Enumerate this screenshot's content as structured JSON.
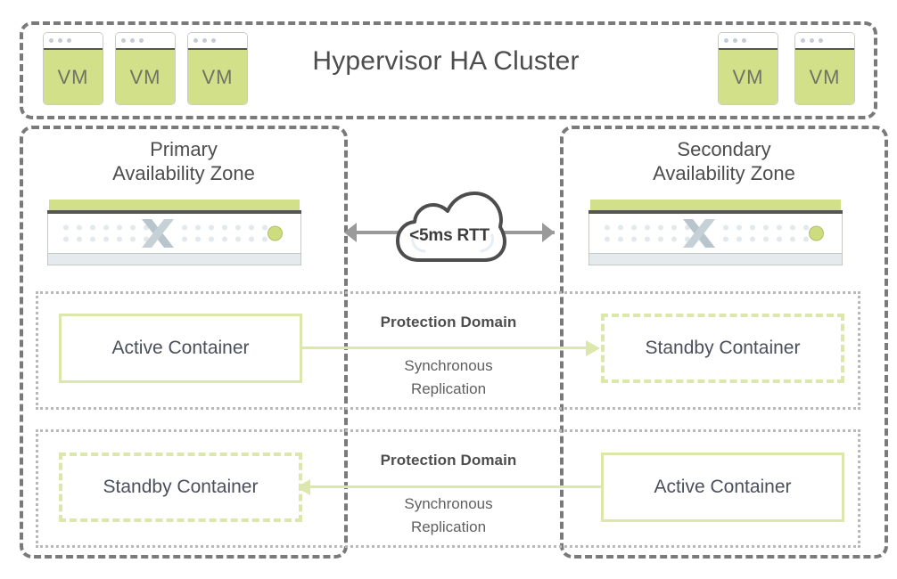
{
  "diagram": {
    "title": "Hypervisor HA Cluster",
    "colors": {
      "accent_green": "#d3e08a",
      "container_border": "#dce7ab",
      "zone_border": "#7a7a7a",
      "protection_domain_border": "#b9b9b9",
      "link_gray": "#9a9a9a",
      "text_dark": "#4d4d4d",
      "server_logo": "#b8c5cc",
      "server_footer": "#e4eaee"
    },
    "cluster": {
      "title": "Hypervisor HA Cluster",
      "vms_left": [
        {
          "label": "VM"
        },
        {
          "label": "VM"
        },
        {
          "label": "VM"
        }
      ],
      "vms_right": [
        {
          "label": "VM"
        },
        {
          "label": "VM"
        }
      ]
    },
    "zones": [
      {
        "id": "primary",
        "title_line1": "Primary",
        "title_line2": "Availability Zone",
        "appliance": {
          "logo": "nutanix-x-icon",
          "status_led": "green"
        }
      },
      {
        "id": "secondary",
        "title_line1": "Secondary",
        "title_line2": "Availability Zone",
        "appliance": {
          "logo": "nutanix-x-icon",
          "status_led": "green"
        }
      }
    ],
    "network_link": {
      "cloud_label": "<5ms RTT",
      "direction": "bidirectional"
    },
    "protection_domains": [
      {
        "id": "pd-top",
        "title": "Protection Domain",
        "subtitle_line1": "Synchronous",
        "subtitle_line2": "Replication",
        "left_container": {
          "label": "Active Container",
          "state": "active"
        },
        "right_container": {
          "label": "Standby Container",
          "state": "standby"
        },
        "replication_direction": "left-to-right"
      },
      {
        "id": "pd-bottom",
        "title": "Protection Domain",
        "subtitle_line1": "Synchronous",
        "subtitle_line2": "Replication",
        "left_container": {
          "label": "Standby Container",
          "state": "standby"
        },
        "right_container": {
          "label": "Active Container",
          "state": "active"
        },
        "replication_direction": "right-to-left"
      }
    ]
  }
}
